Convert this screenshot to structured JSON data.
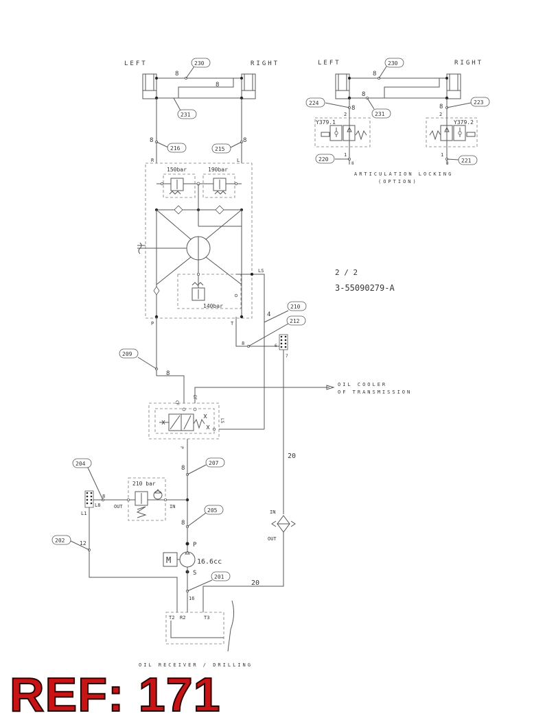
{
  "colors": {
    "line": "#555555",
    "text": "#333333",
    "ref_fill": "#c81414",
    "ref_stroke": "#2a0000"
  },
  "left_circuit": {
    "left_label": "LEFT",
    "right_label": "RIGHT",
    "pipe_top": "8",
    "pipe_mid": "8",
    "pipe_216": "8",
    "pipe_215": "8",
    "pipe_209": "8",
    "port_r": "R",
    "port_l": "L",
    "port_p": "P",
    "port_t": "T",
    "port_ls": "LS",
    "relief_1": "150bar",
    "relief_2": "190bar",
    "relief_3": "140bar"
  },
  "articulation": {
    "left_label": "LEFT",
    "right_label": "RIGHT",
    "pipe_top": "8",
    "pipe_mid": "8",
    "pipe_left": "8",
    "pipe_right": "8",
    "valve_left": "Y379.1",
    "valve_right": "Y379.2",
    "port_2_left": "2",
    "port_2_right": "2",
    "port_1_left": "1",
    "port_1_right": "1",
    "pipe_low_left": "8",
    "pipe_low_right": "8",
    "caption_line1": "ARTICULATION LOCKING",
    "caption_line2": "(OPTION)"
  },
  "sheet": {
    "page": "2 / 2",
    "drawing_number": "3-55090279-A"
  },
  "callouts": {
    "c230a": "230",
    "c231a": "231",
    "c216": "216",
    "c215": "215",
    "c230b": "230",
    "c224": "224",
    "c231b": "231",
    "c223": "223",
    "c220": "220",
    "c221": "221",
    "c210": "210",
    "c212": "212",
    "c209": "209",
    "c207": "207",
    "c204": "204",
    "c205": "205",
    "c202": "202",
    "c201": "201"
  },
  "lower": {
    "pipe_ls": "4",
    "pipe_212": "8",
    "block_port_6": "6",
    "block_port_7": "7",
    "cooler_line1": "OIL COOLER",
    "cooler_line2": "OF TRANSMISSION",
    "valve_cf": "CF",
    "valve_ef": "EF",
    "valve_ls": "LS",
    "valve_p": "P",
    "pipe_207": "8",
    "pipe_20_right": "20",
    "relief_210": "210 bar",
    "port_out": "OUT",
    "port_in": "IN",
    "block_l1": "L1",
    "block_l8": "L8",
    "pipe_204": "8",
    "pipe_205": "8",
    "filter_in": "IN",
    "filter_out": "OUT",
    "pipe_202": "12",
    "pump_p": "P",
    "motor": "M",
    "pump_disp": "16.6cc",
    "pump_s": "S",
    "pipe_201": "16",
    "pipe_20_bottom": "20",
    "tank_t2": "T2",
    "tank_r2": "R2",
    "tank_t3": "T3",
    "tank_caption": "OIL RECEIVER / DRILLING"
  },
  "ref_stamp": "REF: 171"
}
